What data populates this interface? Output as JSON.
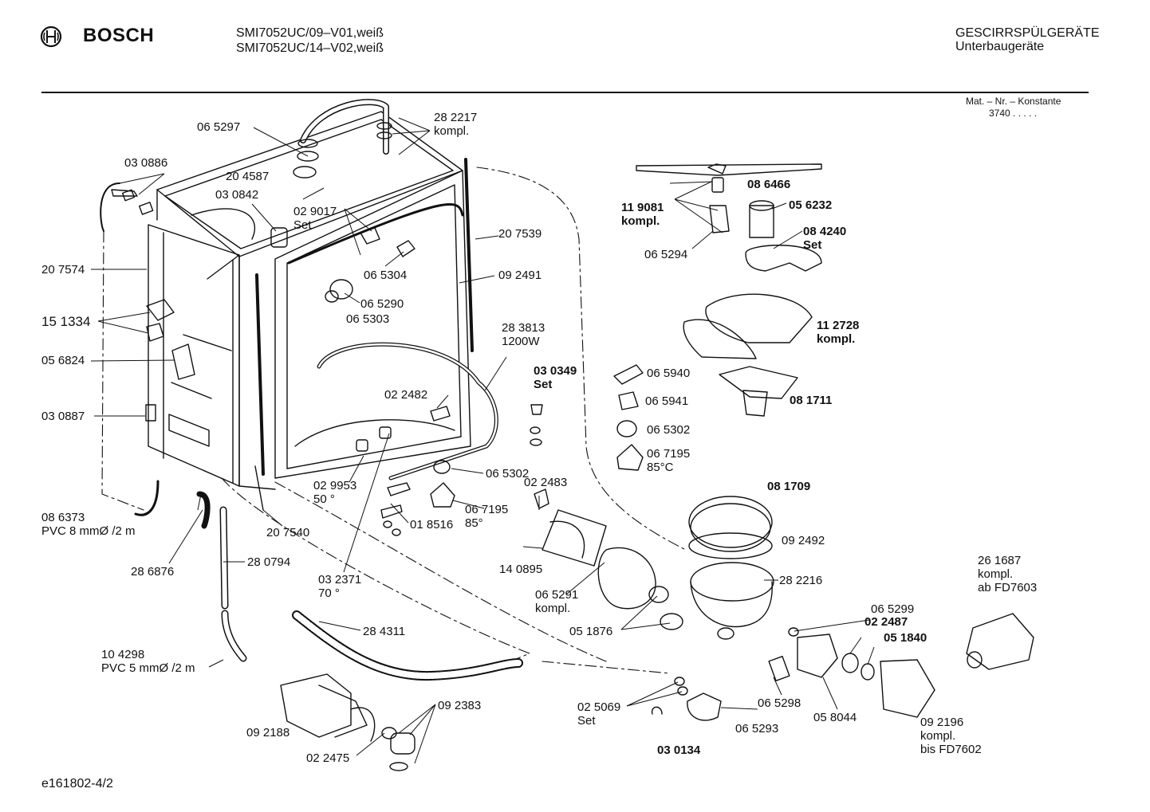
{
  "header": {
    "brand": "BOSCH",
    "models": [
      "SMI7052UC/09–V01,weiß",
      "SMI7052UC/14–V02,weiß"
    ],
    "category": "GESCIRRSPÜLGERÄTE",
    "subcategory": "Unterbaugeräte",
    "mat_label": "Mat. – Nr. – Konstante",
    "mat_value": "3740 .  .  .  .  ."
  },
  "footer": {
    "code": "e161802-4/2"
  },
  "parts": [
    {
      "t": [
        "28 2217",
        "kompl."
      ],
      "b": false
    },
    {
      "t": [
        "06 5297"
      ],
      "b": false
    },
    {
      "t": [
        "03 0886"
      ],
      "b": false
    },
    {
      "t": [
        "20 4587"
      ],
      "b": false
    },
    {
      "t": [
        "03 0842"
      ],
      "b": false
    },
    {
      "t": [
        "02 9017",
        "Set"
      ],
      "b": false
    },
    {
      "t": [
        "20 7539"
      ],
      "b": false
    },
    {
      "t": [
        "20 7574"
      ],
      "b": false
    },
    {
      "t": [
        "06 5304"
      ],
      "b": false
    },
    {
      "t": [
        "09 2491"
      ],
      "b": false
    },
    {
      "t": [
        "06 5290"
      ],
      "b": false
    },
    {
      "t": [
        "06 5303"
      ],
      "b": false
    },
    {
      "t": [
        "15 1334"
      ],
      "b": false
    },
    {
      "t": [
        "05 6824"
      ],
      "b": false
    },
    {
      "t": [
        "28 3813",
        "1200W"
      ],
      "b": false
    },
    {
      "t": [
        "03 0349",
        "Set"
      ],
      "b": true
    },
    {
      "t": [
        "02 2482"
      ],
      "b": false
    },
    {
      "t": [
        "03 0887"
      ],
      "b": false
    },
    {
      "t": [
        "06 5302"
      ],
      "b": false
    },
    {
      "t": [
        "02 9953",
        "50 °"
      ],
      "b": false
    },
    {
      "t": [
        "06 7195",
        "85°"
      ],
      "b": false
    },
    {
      "t": [
        "08 6373",
        "PVC 8 mmØ /2 m"
      ],
      "b": false
    },
    {
      "t": [
        "02 2483"
      ],
      "b": false
    },
    {
      "t": [
        "20 7540"
      ],
      "b": false
    },
    {
      "t": [
        "01 8516"
      ],
      "b": false
    },
    {
      "t": [
        "28 6876"
      ],
      "b": false
    },
    {
      "t": [
        "28 0794"
      ],
      "b": false
    },
    {
      "t": [
        "14 0895"
      ],
      "b": false
    },
    {
      "t": [
        "03 2371",
        "70 °"
      ],
      "b": false
    },
    {
      "t": [
        "06 5291",
        "kompl."
      ],
      "b": false
    },
    {
      "t": [
        "28 4311"
      ],
      "b": false
    },
    {
      "t": [
        "05 1876"
      ],
      "b": false
    },
    {
      "t": [
        "10 4298",
        "PVC 5 mmØ /2 m"
      ],
      "b": false
    },
    {
      "t": [
        "09 2383"
      ],
      "b": false
    },
    {
      "t": [
        "02 5069",
        "Set"
      ],
      "b": false
    },
    {
      "t": [
        "09 2188"
      ],
      "b": false
    },
    {
      "t": [
        "02 2475"
      ],
      "b": false
    },
    {
      "t": [
        "03 0134"
      ],
      "b": true
    },
    {
      "t": [
        "06 5293"
      ],
      "b": false
    },
    {
      "t": [
        "06 5298"
      ],
      "b": false
    },
    {
      "t": [
        "05 8044"
      ],
      "b": false
    },
    {
      "t": [
        "09 2196",
        "kompl.",
        "bis FD7602"
      ],
      "b": false
    },
    {
      "t": [
        "26 1687",
        "kompl.",
        "ab FD7603"
      ],
      "b": false
    },
    {
      "t": [
        "06 5299"
      ],
      "b": false
    },
    {
      "t": [
        "02 2487"
      ],
      "b": true
    },
    {
      "t": [
        "05 1840"
      ],
      "b": true
    },
    {
      "t": [
        "08 1709"
      ],
      "b": true
    },
    {
      "t": [
        "09 2492"
      ],
      "b": false
    },
    {
      "t": [
        "28 2216"
      ],
      "b": false
    },
    {
      "t": [
        "08 1711"
      ],
      "b": true
    },
    {
      "t": [
        "06 5940"
      ],
      "b": false
    },
    {
      "t": [
        "06 5941"
      ],
      "b": false
    },
    {
      "t": [
        "06 5302"
      ],
      "b": false
    },
    {
      "t": [
        "06 7195",
        "85°C"
      ],
      "b": false
    },
    {
      "t": [
        "11 2728",
        "kompl."
      ],
      "b": true
    },
    {
      "t": [
        "08 6466"
      ],
      "b": true
    },
    {
      "t": [
        "11 9081",
        "kompl."
      ],
      "b": true
    },
    {
      "t": [
        "05 6232"
      ],
      "b": true
    },
    {
      "t": [
        "08 4240",
        "Set"
      ],
      "b": true
    },
    {
      "t": [
        "06 5294"
      ],
      "b": false
    }
  ]
}
